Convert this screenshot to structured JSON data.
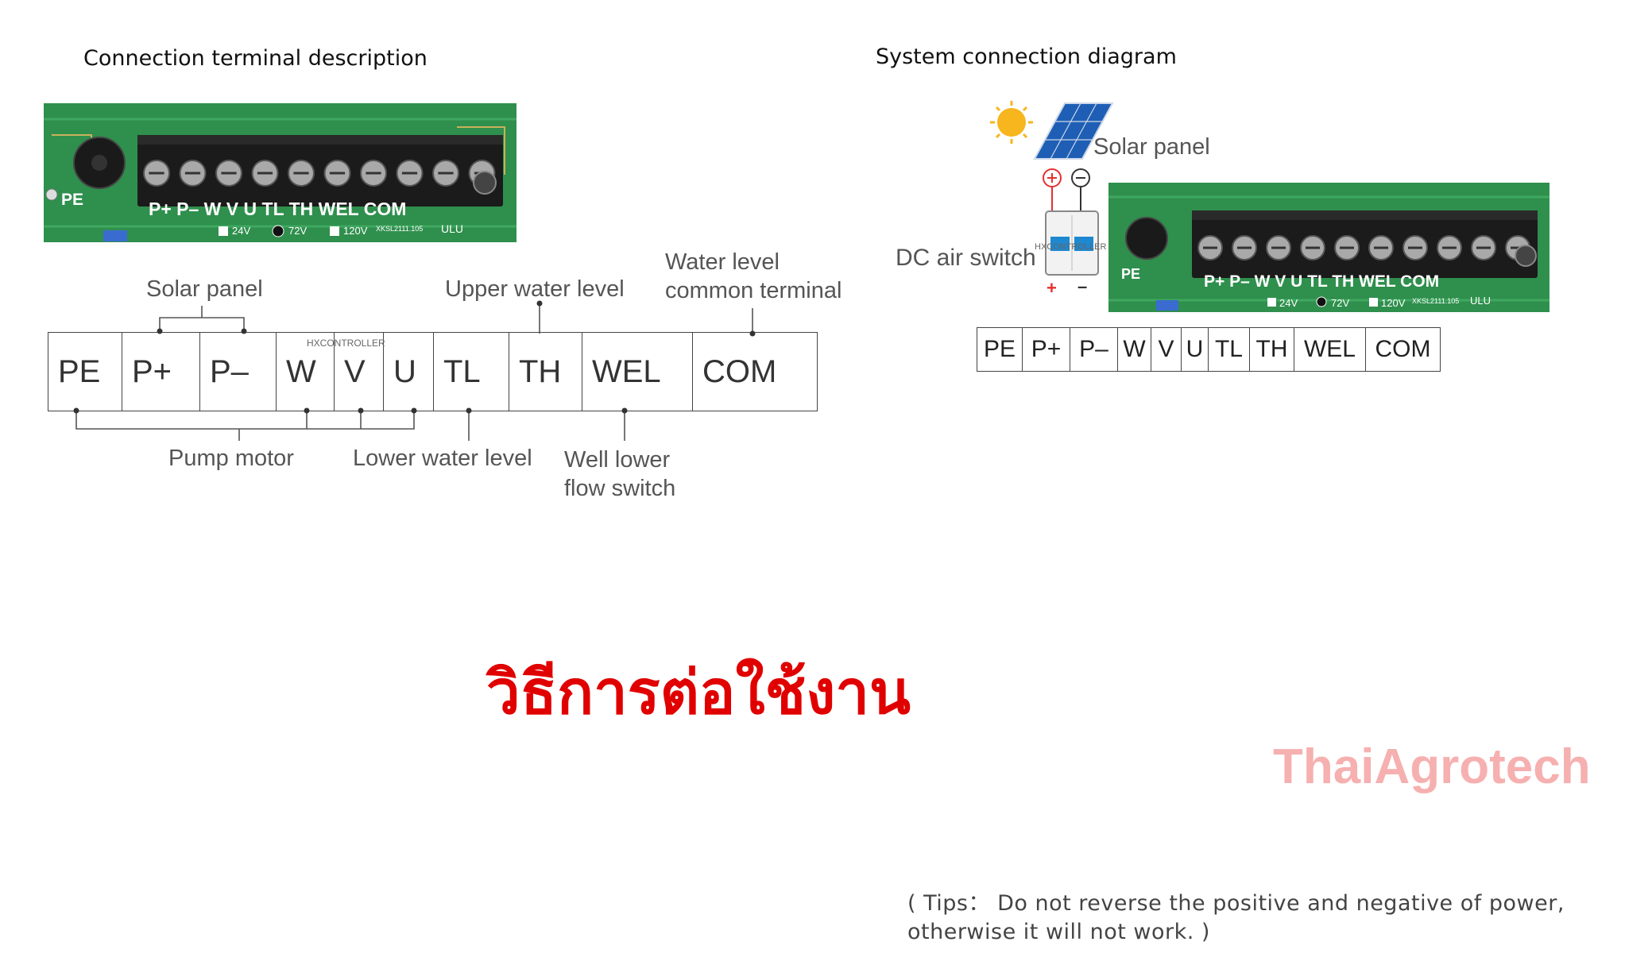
{
  "left": {
    "heading": "Connection terminal description",
    "board": {
      "pe": "PE",
      "terminals": "P+  P–  W   V   U   TL  TH  WEL  COM",
      "volt_24": "24V",
      "volt_72": "72V",
      "volt_120": "120V",
      "model": "XKSL2111.105",
      "ul": "ULU"
    },
    "terminals": [
      "PE",
      "P+",
      "P–",
      "W",
      "V",
      "U",
      "TL",
      "TH",
      "WEL",
      "COM"
    ],
    "watermark": "HXCONTROLLER",
    "labels": {
      "solar_panel": "Solar panel",
      "upper_water_level": "Upper water level",
      "water_level_common": "Water level\ncommon terminal",
      "pump_motor": "Pump motor",
      "lower_water_level": "Lower water level",
      "well_lower_flow_switch": "Well lower\nflow switch"
    }
  },
  "right": {
    "heading": "System connection diagram",
    "solar_panel": "Solar panel",
    "dc_air_switch": "DC air switch",
    "switch_watermark": "HXCONTROLLER",
    "plus_symbol": "+",
    "minus_symbol": "–",
    "board": {
      "pe": "PE",
      "terminals": "P+  P–  W   V   U   TL  TH  WEL  COM",
      "volt_24": "24V",
      "volt_72": "72V",
      "volt_120": "120V",
      "model": "XKSL2111.105",
      "ul": "ULU"
    },
    "terminals": [
      "PE",
      "P+",
      "P–",
      "W",
      "V",
      "U",
      "TL",
      "TH",
      "WEL",
      "COM"
    ],
    "tips": "( Tips： Do not reverse the positive and negative of power,\notherwise it will not work. )"
  },
  "thai_title": "วิธีการต่อใช้งาน",
  "watermark": "ThaiAgrotech",
  "colors": {
    "thai_title": "#e00000",
    "board_green": "#2e8b4a",
    "water_pipe": "#38b6e6",
    "power_wire": "#e53030",
    "soil": "#d9b58a",
    "grass": "#cfe8c8"
  }
}
